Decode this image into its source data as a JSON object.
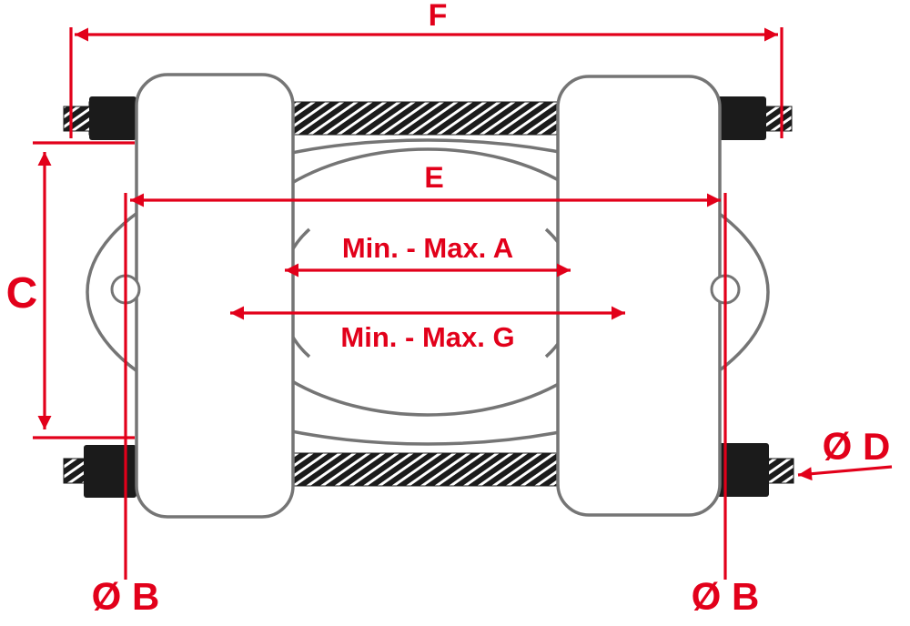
{
  "colors": {
    "dimension": "#e2001a",
    "outline": "#757575",
    "metal": "#1b1b1b",
    "background": "#ffffff"
  },
  "dimensions": {
    "overall_length": "F",
    "bolt_spacing": "E",
    "plate_height": "C",
    "min_max_a": "Min. - Max. A",
    "min_max_g": "Min. - Max. G",
    "bolt_hole_left": "Ø B",
    "bolt_hole_right": "Ø B",
    "spindle_thread": "Ø D"
  }
}
